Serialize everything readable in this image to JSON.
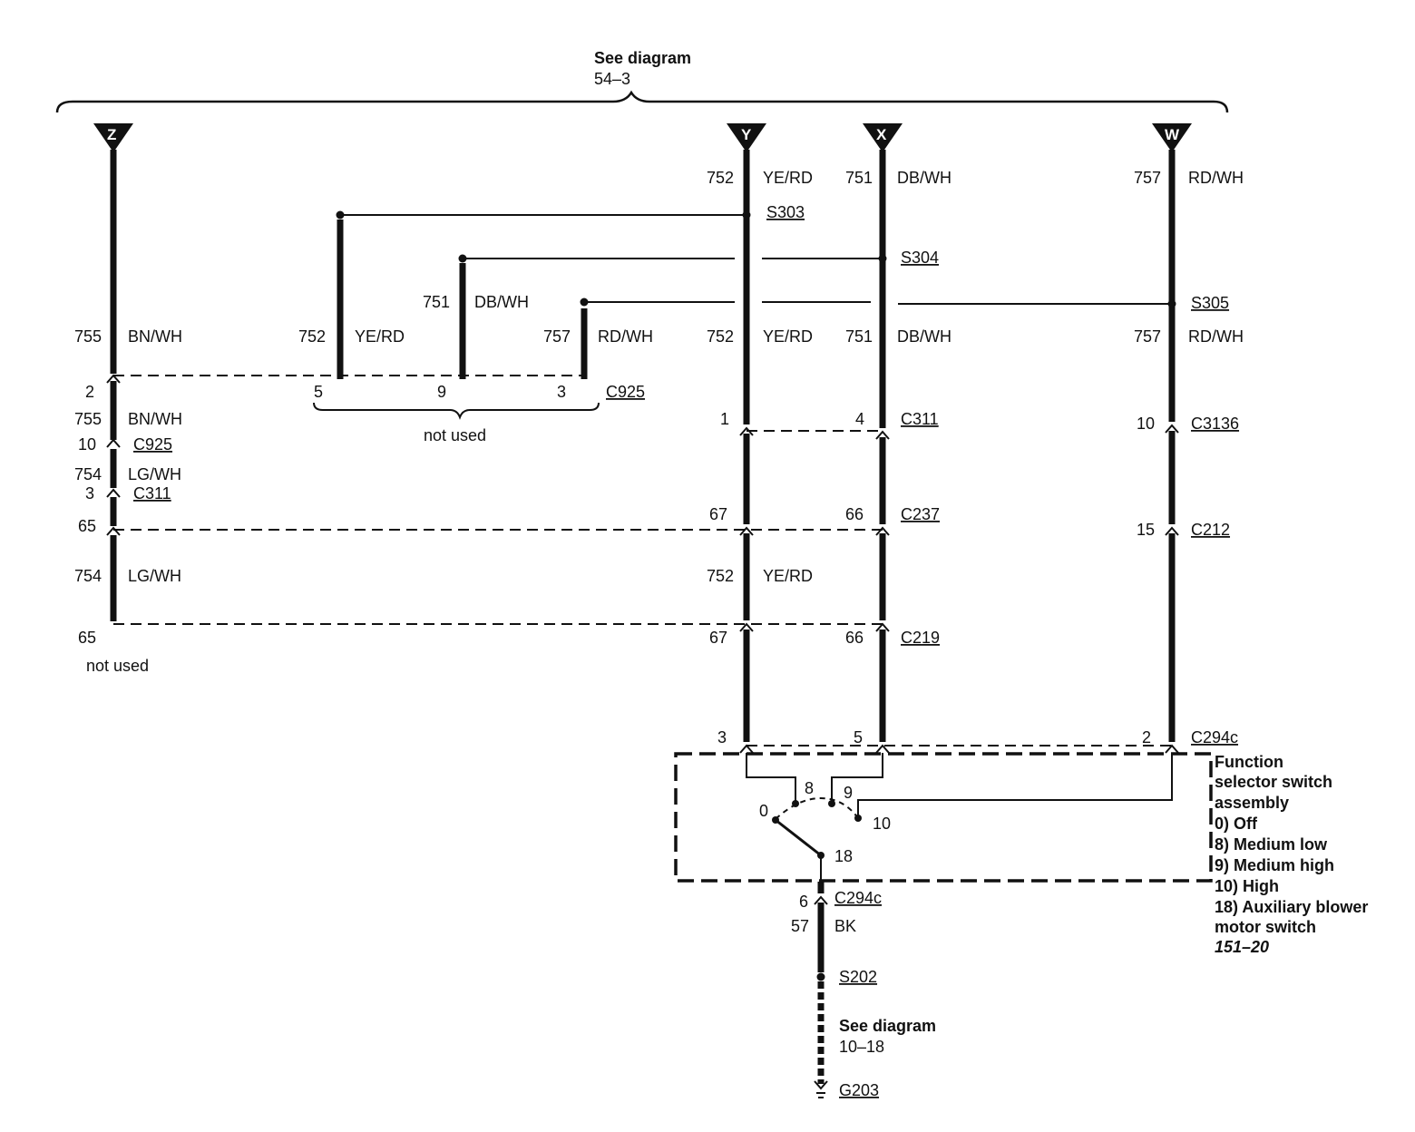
{
  "header": {
    "see_diagram_line1": "See diagram",
    "see_diagram_line2": "54–3"
  },
  "columns": {
    "Z": {
      "label": "Z"
    },
    "Y": {
      "label": "Y"
    },
    "X": {
      "label": "X"
    },
    "W": {
      "label": "W"
    }
  },
  "wires": {
    "z_top": {
      "circuit": "755",
      "color": "BN/WH"
    },
    "z_mid": {
      "circuit": "755",
      "color": "BN/WH"
    },
    "z_low": {
      "circuit": "754",
      "color": "LG/WH"
    },
    "z_bottom": {
      "circuit": "754",
      "color": "LG/WH"
    },
    "y_top": {
      "circuit": "752",
      "color": "YE/RD"
    },
    "y_mid": {
      "circuit": "752",
      "color": "YE/RD"
    },
    "y_bottom": {
      "circuit": "752",
      "color": "YE/RD"
    },
    "x_top": {
      "circuit": "751",
      "color": "DB/WH"
    },
    "x_mid": {
      "circuit": "751",
      "color": "DB/WH"
    },
    "w_top": {
      "circuit": "757",
      "color": "RD/WH"
    },
    "w_mid": {
      "circuit": "757",
      "color": "RD/WH"
    },
    "b1": {
      "circuit": "752",
      "color": "YE/RD"
    },
    "b2": {
      "circuit": "751",
      "color": "DB/WH"
    },
    "b3": {
      "circuit": "757",
      "color": "RD/WH"
    },
    "ground": {
      "circuit": "57",
      "color": "BK"
    }
  },
  "splices": {
    "s303": "S303",
    "s304": "S304",
    "s305": "S305",
    "s202": "S202"
  },
  "connectors": {
    "c925_pins": {
      "p5": "5",
      "p9": "9",
      "p3": "3",
      "name": "C925"
    },
    "not_used_1": "not used",
    "z_c925": {
      "pin_top": "2",
      "pin": "10",
      "name": "C925"
    },
    "z_c311": {
      "pin": "3",
      "name": "C311"
    },
    "z_c237": {
      "pin": "65"
    },
    "z_c219": {
      "pin": "65"
    },
    "not_used_2": "not used",
    "c311": {
      "y_pin": "1",
      "x_pin": "4",
      "name": "C311"
    },
    "c3136": {
      "w_pin": "10",
      "name": "C3136"
    },
    "c237": {
      "y_pin": "67",
      "x_pin": "66",
      "name": "C237"
    },
    "c212": {
      "w_pin": "15",
      "name": "C212"
    },
    "c219": {
      "y_pin": "67",
      "x_pin": "66",
      "name": "C219"
    },
    "c294c_top": {
      "y_pin": "3",
      "x_pin": "5",
      "w_pin": "2",
      "name": "C294c"
    },
    "c294c_bottom": {
      "pin": "6",
      "name": "C294c"
    },
    "g203": "G203"
  },
  "switch": {
    "pos0": "0",
    "pos8": "8",
    "pos9": "9",
    "pos10": "10",
    "pos18": "18",
    "legend": [
      "Function",
      "selector switch",
      "assembly",
      "0) Off",
      "8) Medium low",
      "9) Medium high",
      "10) High",
      "18) Auxiliary blower",
      "motor switch"
    ],
    "ref": "151–20"
  },
  "footer": {
    "see_diagram_line1": "See diagram",
    "see_diagram_line2": "10–18"
  }
}
